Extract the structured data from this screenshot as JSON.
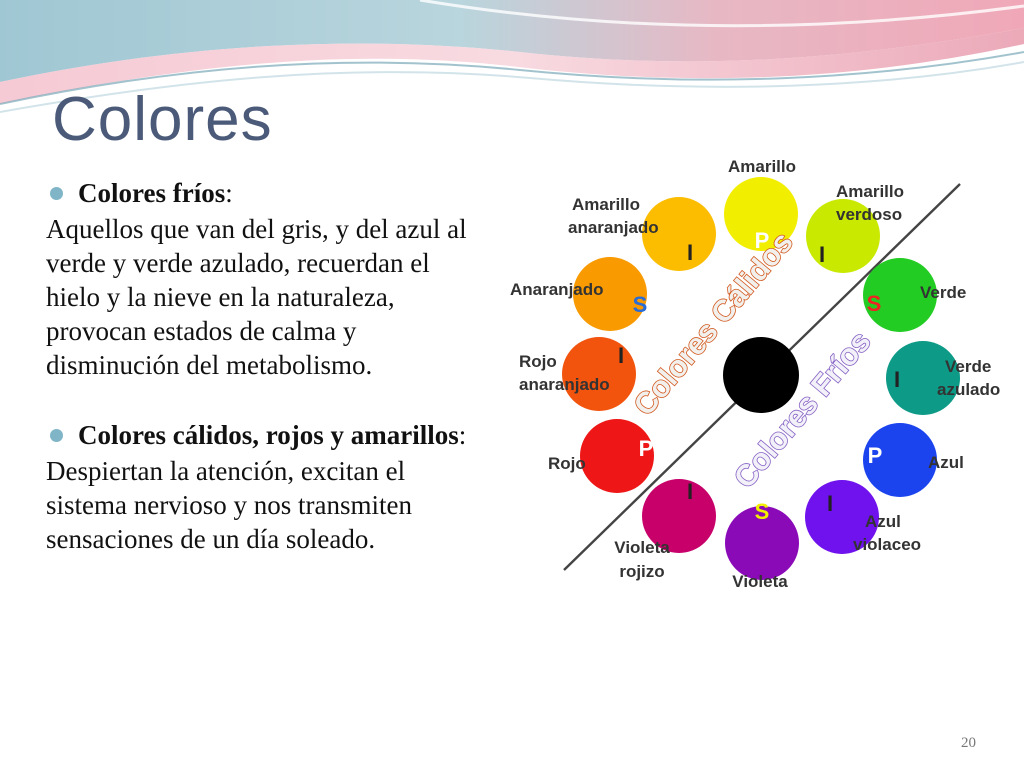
{
  "slide": {
    "title": "Colores",
    "page_number": "20",
    "bullets": [
      {
        "heading": "Colores fríos",
        "suffix": ":",
        "text": "Aquellos que van del gris, y del azul al verde y verde azulado, recuerdan el hielo y la nieve en la naturaleza, provocan estados de calma y disminución del metabolismo."
      },
      {
        "heading": "Colores cálidos, rojos y amarillos",
        "suffix": ":",
        "text": "Despiertan la atención, excitan el sistema nervioso y nos transmiten sensaciones de un día soleado."
      }
    ]
  },
  "wheel": {
    "warm_label": "Colores Cálidos",
    "cold_label": "Colores Fríos",
    "center_color": "#000000",
    "swatches": [
      {
        "name": "Amarillo",
        "color": "#f2ee00",
        "mark": "P",
        "mark_color": "#ffffff"
      },
      {
        "name": "Amarillo verdoso",
        "color": "#c9ea00",
        "mark": "I",
        "mark_color": "#222222"
      },
      {
        "name": "Verde",
        "color": "#22cc22",
        "mark": "S",
        "mark_color": "#ee2222"
      },
      {
        "name": "Verde azulado",
        "color": "#0d9a86",
        "mark": "I",
        "mark_color": "#222222"
      },
      {
        "name": "Azul",
        "color": "#1c44ee",
        "mark": "P",
        "mark_color": "#ffffff"
      },
      {
        "name": "Azul violaceo",
        "color": "#6f12ee",
        "mark": "I",
        "mark_color": "#222222"
      },
      {
        "name": "Violeta",
        "color": "#8a0ab8",
        "mark": "S",
        "mark_color": "#f2ee00"
      },
      {
        "name": "Violeta rojizo",
        "color": "#c8006a",
        "mark": "I",
        "mark_color": "#222222"
      },
      {
        "name": "Rojo",
        "color": "#ee1616",
        "mark": "P",
        "mark_color": "#ffffff"
      },
      {
        "name": "Rojo anaranjado",
        "color": "#f2540e",
        "mark": "I",
        "mark_color": "#222222"
      },
      {
        "name": "Anaranjado",
        "color": "#f89a00",
        "mark": "S",
        "mark_color": "#2a6cd6"
      },
      {
        "name": "Amarillo anaranjado",
        "color": "#fcbd00",
        "mark": "I",
        "mark_color": "#222222"
      }
    ]
  }
}
